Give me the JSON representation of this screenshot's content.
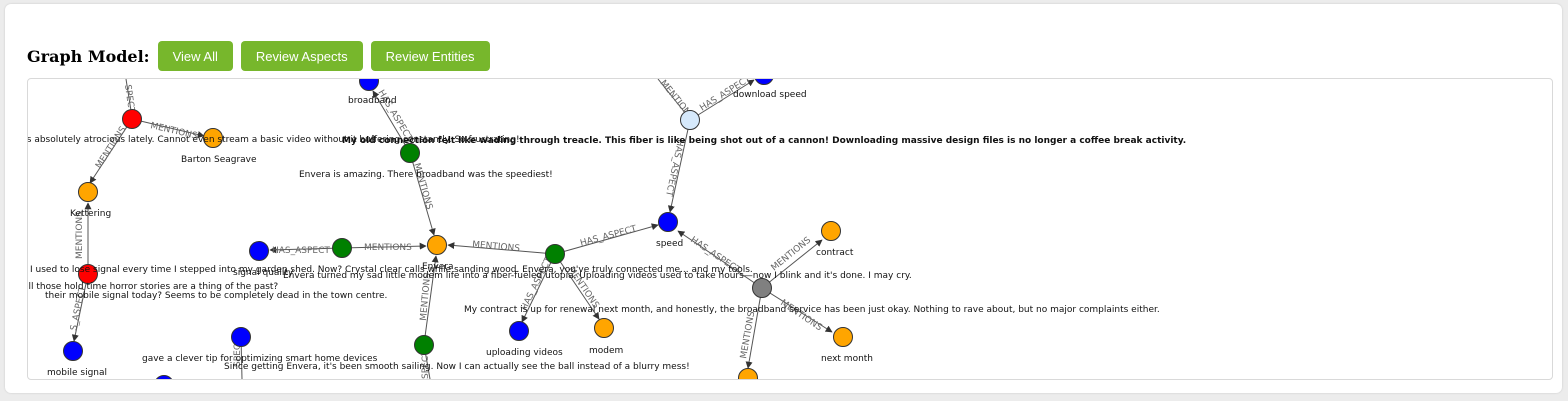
{
  "toolbar": {
    "title": "Graph Model:",
    "buttons": [
      "View All",
      "Review Aspects",
      "Review Entities"
    ]
  },
  "colors": {
    "button": "#77b72c",
    "review": "#ff0000",
    "entity": "#ffa500",
    "aspect": "#0000ff",
    "review_positive": "#008000",
    "neutral": "#808080",
    "selected": "#d6e9fb"
  },
  "graph": {
    "nodes": [
      {
        "id": "r1",
        "type": "review",
        "label": "ng is absolutely atrocious lately. Cannot even stream a basic video without it buffering constantly. So frustrating!"
      },
      {
        "id": "barton",
        "type": "entity",
        "label": "Barton Seagrave"
      },
      {
        "id": "kettering",
        "type": "entity",
        "label": "Kettering"
      },
      {
        "id": "r2",
        "type": "review",
        "label": "I used to lose signal every time I stepped into my garden shed. Now? Crystal clear calls while sanding wood. Envera, you've truly connected me... and my tools."
      },
      {
        "id": "r2b",
        "type": "extra",
        "label": "all those hold time horror stories are a thing of the past?"
      },
      {
        "id": "r2c",
        "type": "extra",
        "label": "their mobile signal today? Seems to be completely dead in the town centre."
      },
      {
        "id": "mobile",
        "type": "aspect",
        "label": "mobile signal"
      },
      {
        "id": "broadband",
        "type": "aspect",
        "label": "broadband"
      },
      {
        "id": "r3",
        "type": "review_positive",
        "label": "Envera is amazing. There broadband was the speediest!"
      },
      {
        "id": "sigq",
        "type": "aspect",
        "label": "signal quality"
      },
      {
        "id": "r4",
        "type": "review_positive",
        "label": ""
      },
      {
        "id": "envera",
        "type": "entity",
        "label": "Envera"
      },
      {
        "id": "r5",
        "type": "review_positive",
        "label": "Envera turned my sad little modem life into a fiber-fueled utopia. Uploading videos used to take hours—now I blink and it's done. I may cry."
      },
      {
        "id": "speed",
        "type": "aspect",
        "label": "speed"
      },
      {
        "id": "upload",
        "type": "aspect",
        "label": "uploading videos"
      },
      {
        "id": "modem",
        "type": "entity",
        "label": "modem"
      },
      {
        "id": "selected",
        "type": "selected",
        "label": "My old connection felt like wading through treacle. This fiber is like being shot out of a cannon! Downloading massive design files is no longer a coffee break activity."
      },
      {
        "id": "download",
        "type": "aspect",
        "label": "download speed"
      },
      {
        "id": "grey",
        "type": "neutral",
        "label": "My contract is up for renewal next month, and honestly, the broadband service has been just okay. Nothing to rave about, but no major complaints either."
      },
      {
        "id": "contract",
        "type": "entity",
        "label": "contract"
      },
      {
        "id": "nextmonth",
        "type": "entity",
        "label": "next month"
      },
      {
        "id": "smart",
        "type": "aspect",
        "label": "gave a clever tip for optimizing smart home devices"
      },
      {
        "id": "r6",
        "type": "review_positive",
        "label": "Since getting Envera, it's been smooth sailing. Now I can actually see the ball instead of a blurry mess!"
      },
      {
        "id": "bottom1",
        "type": "aspect",
        "label": ""
      },
      {
        "id": "bottom2",
        "type": "entity",
        "label": ""
      }
    ],
    "edge_labels": {
      "mentions": "MENTIONS",
      "has_aspect": "HAS_ASPECT",
      "s_aspect": "S_ASPECT",
      "aspect_frag": "SPECT"
    }
  }
}
